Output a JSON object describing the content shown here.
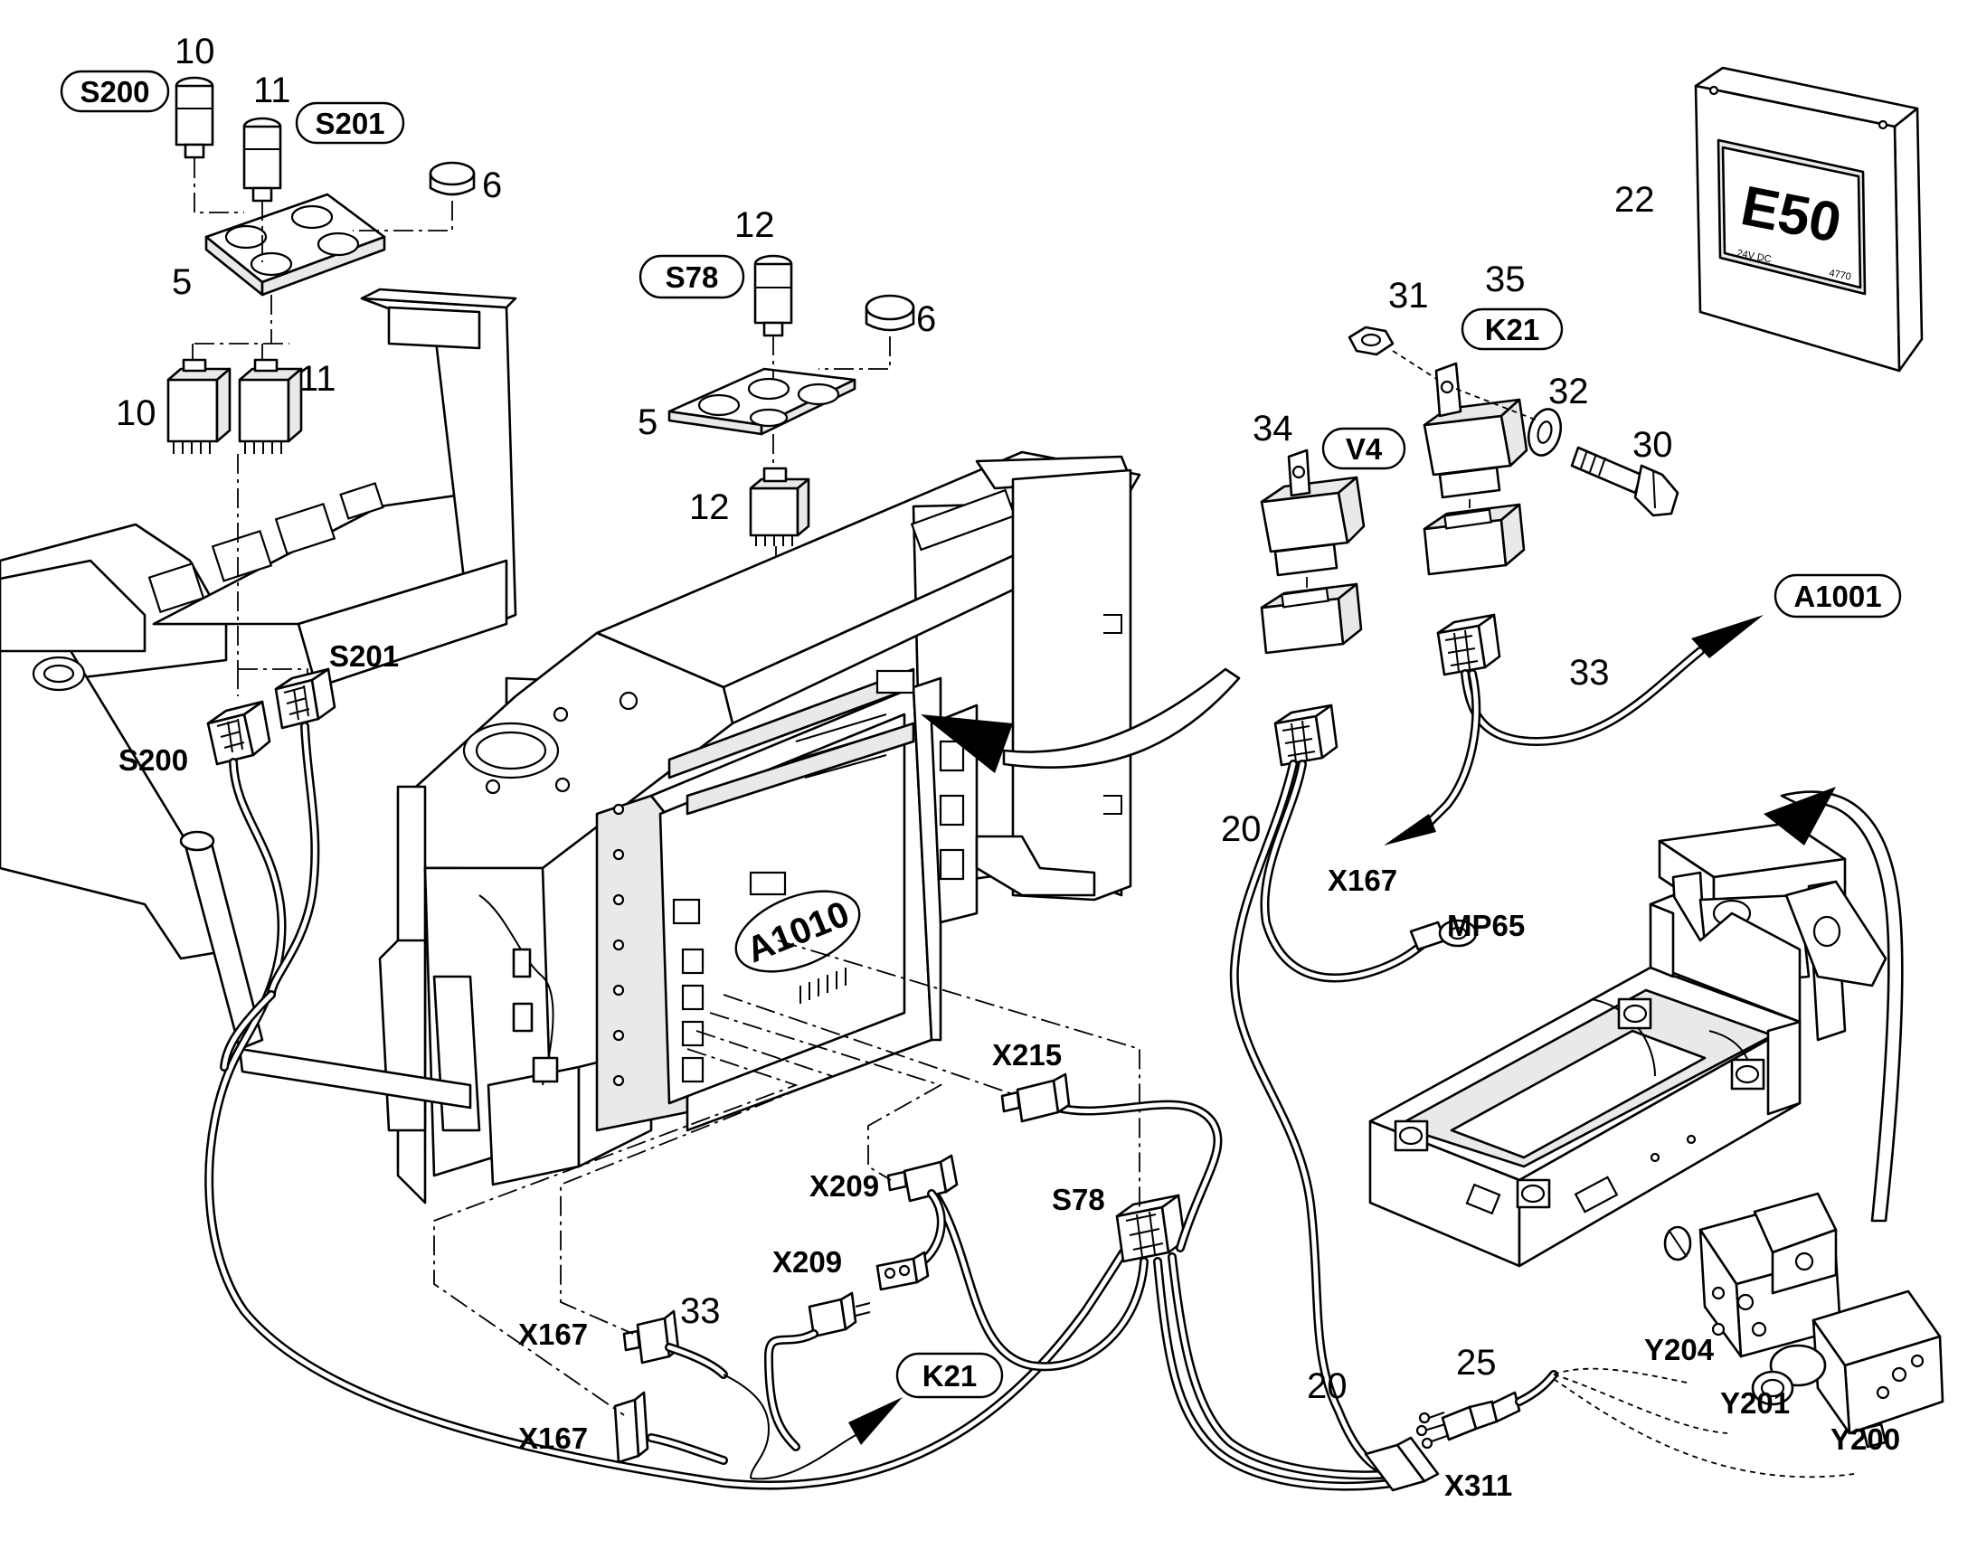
{
  "diagram": {
    "callouts": {
      "c10a": "10",
      "c11a": "11",
      "c6a": "6",
      "c5a": "5",
      "c10b": "10",
      "c11b": "11",
      "c12a": "12",
      "c6b": "6",
      "c5b": "5",
      "c12b": "12",
      "c22": "22",
      "c31": "31",
      "c35": "35",
      "c32": "32",
      "c30": "30",
      "c34": "34",
      "c33a": "33",
      "c20a": "20",
      "c33b": "33",
      "c25": "25",
      "c20b": "20"
    },
    "pill_labels": {
      "s200": "S200",
      "s201": "S201",
      "s78": "S78",
      "k21_top": "K21",
      "v4": "V4",
      "a1001": "A1001",
      "k21_bottom": "K21"
    },
    "connector_labels": {
      "s201": "S201",
      "s200": "S200",
      "x167_top": "X167",
      "mp65": "MP65",
      "x215": "X215",
      "x209_a": "X209",
      "s78": "S78",
      "x209_b": "X209",
      "x167_a": "X167",
      "x167_b": "X167",
      "y204": "Y204",
      "y201": "Y201",
      "y200": "Y200",
      "x311": "X311"
    },
    "board_label": "A1010",
    "box_label": "E50",
    "box_sublabel_left": "24V DC",
    "box_sublabel_right": "4770"
  }
}
